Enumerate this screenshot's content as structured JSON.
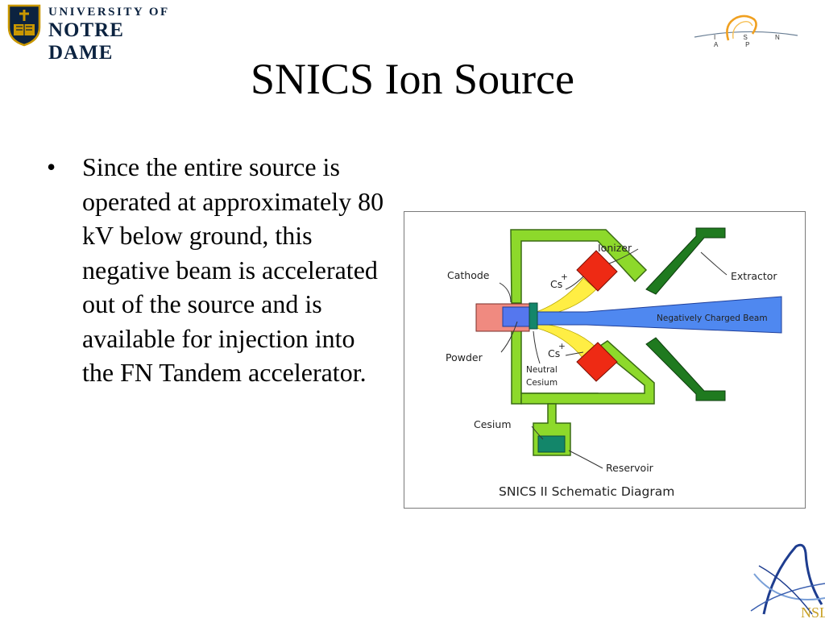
{
  "header": {
    "university_logo": {
      "line1": "UNIVERSITY OF",
      "line2": "NOTRE DAME",
      "icon": "shield-crest-icon"
    },
    "isnap_logo": {
      "text": "I S N A P",
      "icon": "orbit-swoosh-icon"
    }
  },
  "slide": {
    "title": "SNICS Ion Source",
    "bullets": [
      {
        "symbol": "•",
        "text": "Since the entire source is operated at approximately 80 kV below ground, this negative beam is accelerated out of the source and is available for injection into the FN Tandem accelerator."
      }
    ]
  },
  "diagram": {
    "caption": "SNICS II Schematic Diagram",
    "labels": {
      "ionizer": "Ionizer",
      "extractor": "Extractor",
      "cathode": "Cathode",
      "cs_top": "Cs",
      "cs_bottom": "Cs",
      "cs_plus": "+",
      "beam": "Negatively Charged Beam",
      "powder": "Powder",
      "neutral_cesium_1": "Neutral",
      "neutral_cesium_2": "Cesium",
      "cesium": "Cesium",
      "reservoir": "Reservoir"
    },
    "colors": {
      "body": "#8dd92b",
      "body_edge": "#3a6b14",
      "extractor": "#1f7a1f",
      "ionizer": "#ee2a14",
      "cathode": "#f08a80",
      "powder": "#5577ee",
      "beam": "#4f88f0",
      "cesium_flow": "#ffee44",
      "neutral_cesium": "#13866a"
    }
  },
  "footer": {
    "nsl_logo": {
      "text": "NSL",
      "icon": "nsl-swoosh-icon"
    }
  }
}
